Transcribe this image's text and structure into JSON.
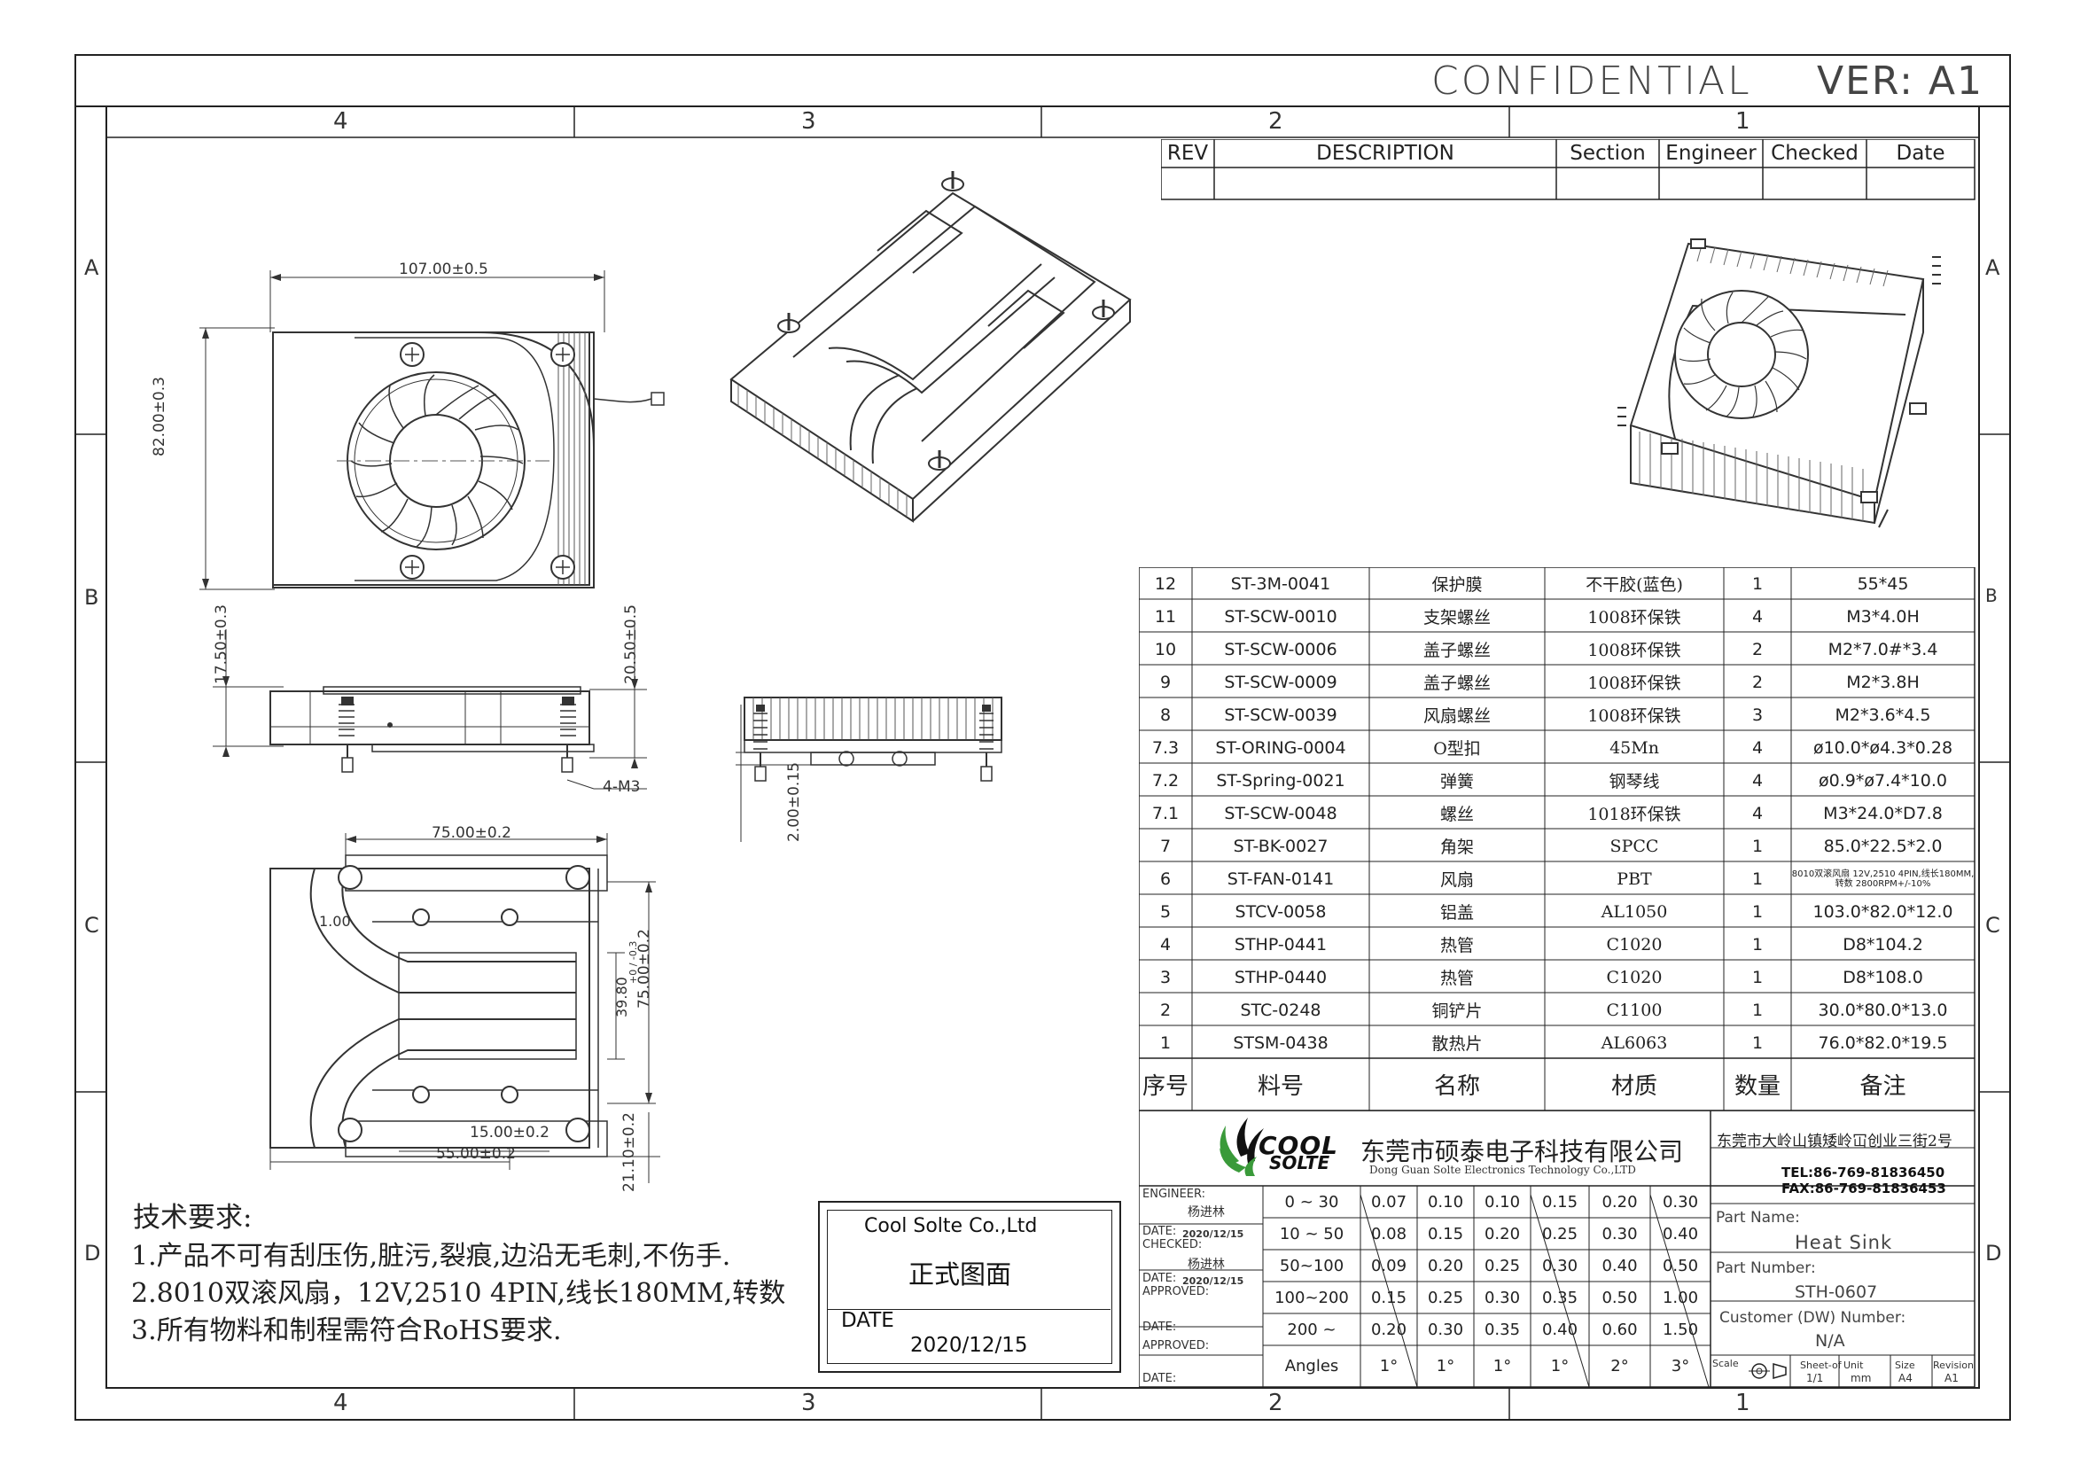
{
  "header": {
    "confidential": "CONFIDENTIAL",
    "version": "VER: A1"
  },
  "grid": {
    "columns": [
      "4",
      "3",
      "2",
      "1"
    ],
    "rows": [
      "A",
      "B",
      "C",
      "D"
    ]
  },
  "revision_table": {
    "headers": [
      "REV",
      "DESCRIPTION",
      "Section",
      "Engineer",
      "Checked",
      "Date"
    ]
  },
  "dimensions": {
    "top_width": "107.00±0.5",
    "top_height": "82.00±0.3",
    "side_left": "17.50±0.3",
    "side_right": "20.50±0.5",
    "thread": "4-M3",
    "side2": "2.00±0.15",
    "bottom_width": "75.00±0.2",
    "bottom_gap": "1.00",
    "bottom_inner": "39.80",
    "bottom_inner_tol": "+0 / -0.3",
    "bottom_height": "75.00±0.2",
    "bottom_w1": "15.00±0.2",
    "bottom_w2": "55.00±0.2",
    "bottom_h2": "21.10±0.2"
  },
  "bom": {
    "headers": [
      "序号",
      "料号",
      "名称",
      "材质",
      "数量",
      "备注"
    ],
    "rows": [
      {
        "no": "12",
        "pn": "ST-3M-0041",
        "name": "保护膜",
        "material": "不干胶(蓝色)",
        "qty": "1",
        "note": "55*45"
      },
      {
        "no": "11",
        "pn": "ST-SCW-0010",
        "name": "支架螺丝",
        "material": "1008环保铁",
        "qty": "4",
        "note": "M3*4.0H"
      },
      {
        "no": "10",
        "pn": "ST-SCW-0006",
        "name": "盖子螺丝",
        "material": "1008环保铁",
        "qty": "2",
        "note": "M2*7.0#*3.4"
      },
      {
        "no": "9",
        "pn": "ST-SCW-0009",
        "name": "盖子螺丝",
        "material": "1008环保铁",
        "qty": "2",
        "note": "M2*3.8H"
      },
      {
        "no": "8",
        "pn": "ST-SCW-0039",
        "name": "风扇螺丝",
        "material": "1008环保铁",
        "qty": "3",
        "note": "M2*3.6*4.5"
      },
      {
        "no": "7.3",
        "pn": "ST-ORING-0004",
        "name": "O型扣",
        "material": "45Mn",
        "qty": "4",
        "note": "ø10.0*ø4.3*0.28"
      },
      {
        "no": "7.2",
        "pn": "ST-Spring-0021",
        "name": "弹簧",
        "material": "钢琴线",
        "qty": "4",
        "note": "ø0.9*ø7.4*10.0"
      },
      {
        "no": "7.1",
        "pn": "ST-SCW-0048",
        "name": "螺丝",
        "material": "1018环保铁",
        "qty": "4",
        "note": "M3*24.0*D7.8"
      },
      {
        "no": "7",
        "pn": "ST-BK-0027",
        "name": "角架",
        "material": "SPCC",
        "qty": "1",
        "note": "85.0*22.5*2.0"
      },
      {
        "no": "6",
        "pn": "ST-FAN-0141",
        "name": "风扇",
        "material": "PBT",
        "qty": "1",
        "note": "8010双滚风扇 12V,2510 4PIN,线长180MM,转数 2800RPM+/-10%"
      },
      {
        "no": "5",
        "pn": "STCV-0058",
        "name": "铝盖",
        "material": "AL1050",
        "qty": "1",
        "note": "103.0*82.0*12.0"
      },
      {
        "no": "4",
        "pn": "STHP-0441",
        "name": "热管",
        "material": "C1020",
        "qty": "1",
        "note": "D8*104.2"
      },
      {
        "no": "3",
        "pn": "STHP-0440",
        "name": "热管",
        "material": "C1020",
        "qty": "1",
        "note": "D8*108.0"
      },
      {
        "no": "2",
        "pn": "STC-0248",
        "name": "铜铲片",
        "material": "C1100",
        "qty": "1",
        "note": "30.0*80.0*13.0"
      },
      {
        "no": "1",
        "pn": "STSM-0438",
        "name": "散热片",
        "material": "AL6063",
        "qty": "1",
        "note": "76.0*82.0*19.5"
      }
    ]
  },
  "company": {
    "logo_word1": "COOL",
    "logo_word2": "SOLTE",
    "name_cn": "东莞市硕泰电子科技有限公司",
    "name_en": "Dong Guan Solte Electronics Technology Co.,LTD",
    "address": "东莞市大岭山镇矮岭冚创业三街2号",
    "tel": "TEL:86-769-81836450",
    "fax": "FAX:86-769-81836453"
  },
  "signoff": {
    "engineer_label": "ENGINEER:",
    "engineer_name": "杨进林",
    "date1_label": "DATE:",
    "date1": "2020/12/15",
    "checked_label": "CHECKED:",
    "checked_name": "杨进林",
    "date2_label": "DATE:",
    "date2": "2020/12/15",
    "approved_label": "APPROVED:",
    "date3_label": "DATE:",
    "approved2_label": "APPROVED:",
    "date4_label": "DATE:"
  },
  "tolerance": {
    "ranges": [
      "0 ~ 30",
      "10 ~ 50",
      "50~100",
      "100~200",
      "200 ~"
    ],
    "angles_label": "Angles",
    "rows": [
      [
        "0.07",
        "0.10",
        "0.10",
        "0.15",
        "0.20",
        "0.30"
      ],
      [
        "0.08",
        "0.15",
        "0.20",
        "0.25",
        "0.30",
        "0.40"
      ],
      [
        "0.09",
        "0.20",
        "0.25",
        "0.30",
        "0.40",
        "0.50"
      ],
      [
        "0.15",
        "0.25",
        "0.30",
        "0.35",
        "0.50",
        "1.00"
      ],
      [
        "0.20",
        "0.30",
        "0.35",
        "0.40",
        "0.60",
        "1.50"
      ]
    ],
    "angles": [
      "1°",
      "1°",
      "1°",
      "1°",
      "2°",
      "3°"
    ]
  },
  "part": {
    "name_label": "Part Name:",
    "name": "Heat Sink",
    "number_label": "Part Number:",
    "number": "STH-0607",
    "customer_label": "Customer (DW) Number:",
    "customer": "N/A",
    "scale_label": "Scale",
    "sheet_label": "Sheet-of",
    "sheet": "1/1",
    "unit_label": "Unit",
    "unit": "mm",
    "size_label": "Size",
    "size": "A4",
    "revision_label": "Revision",
    "revision": "A1"
  },
  "requirements": {
    "title": "技术要求:",
    "items": [
      "1.产品不可有刮压伤,脏污,裂痕,边沿无毛刺,不伤手.",
      "2.8010双滚风扇，12V,2510 4PIN,线长180MM,转数",
      "3.所有物料和制程需符合RoHS要求."
    ]
  },
  "stamp": {
    "company": "Cool Solte  Co.,Ltd",
    "title": "正式图面",
    "date_label": "DATE",
    "date": "2020/12/15"
  }
}
